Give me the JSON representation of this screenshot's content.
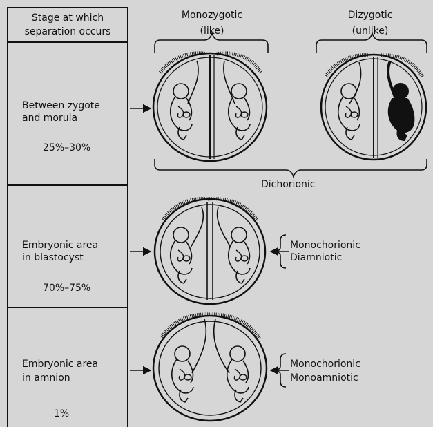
{
  "header": {
    "stage_line1": "Stage at which",
    "stage_line2": "separation occurs",
    "monozygotic": "Monozygotic",
    "monozygotic_sub": "(like)",
    "dizygotic": "Dizygotic",
    "dizygotic_sub": "(unlike)"
  },
  "rows": [
    {
      "line1": "Between zygote",
      "line2": "and morula",
      "percent": "25%–30%"
    },
    {
      "line1": "Embryonic area",
      "line2": "in blastocyst",
      "percent": "70%–75%"
    },
    {
      "line1": "Embryonic area",
      "line2": "in amnion",
      "percent": "1%"
    }
  ],
  "labels": {
    "dichorionic": "Dichorionic",
    "mono_di_1": "Monochorionic",
    "mono_di_2": "Diamniotic",
    "mono_mono_1": "Monochorionic",
    "mono_mono_2": "Monoamniotic"
  },
  "colors": {
    "background": "#d6d6d6",
    "ink": "#111111",
    "dizygotic_twin_fill": "#111111"
  }
}
